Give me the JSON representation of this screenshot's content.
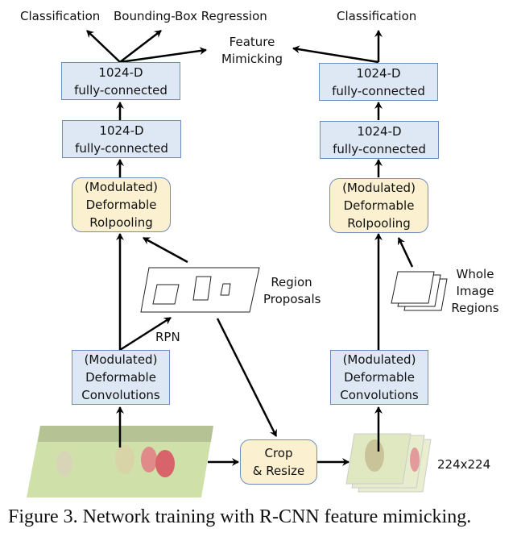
{
  "figure": {
    "caption": "Figure 3. Network training with R-CNN feature mimicking."
  },
  "left_branch": {
    "outputs": {
      "classification": "Classification",
      "bbox_regression": "Bounding-Box Regression",
      "feature_mimicking_line1": "Feature",
      "feature_mimicking_line2": "Mimicking"
    },
    "fc_top": {
      "line1": "1024-D",
      "line2": "fully-connected"
    },
    "fc_bottom": {
      "line1": "1024-D",
      "line2": "fully-connected"
    },
    "roi_pooling": {
      "line1": "(Modulated)",
      "line2": "Deformable",
      "line3": "RoIpooling"
    },
    "convolutions": {
      "line1": "(Modulated)",
      "line2": "Deformable",
      "line3": "Convolutions"
    },
    "rpn_label": "RPN",
    "region_proposals": {
      "line1": "Region",
      "line2": "Proposals"
    },
    "input_image": "soccer-match-photo"
  },
  "right_branch": {
    "outputs": {
      "classification": "Classification"
    },
    "fc_top": {
      "line1": "1024-D",
      "line2": "fully-connected"
    },
    "fc_bottom": {
      "line1": "1024-D",
      "line2": "fully-connected"
    },
    "roi_pooling": {
      "line1": "(Modulated)",
      "line2": "Deformable",
      "line3": "RoIpooling"
    },
    "convolutions": {
      "line1": "(Modulated)",
      "line2": "Deformable",
      "line3": "Convolutions"
    },
    "whole_image_regions": {
      "line1": "Whole",
      "line2": "Image",
      "line3": "Regions"
    },
    "crop_size": "224x224"
  },
  "crop_resize": {
    "line1": "Crop",
    "line2": "& Resize"
  },
  "colors": {
    "fc_box": "#dde8f4",
    "roi_box": "#fbf0cf",
    "border": "#6c8ebf",
    "arrow": "#000000"
  }
}
